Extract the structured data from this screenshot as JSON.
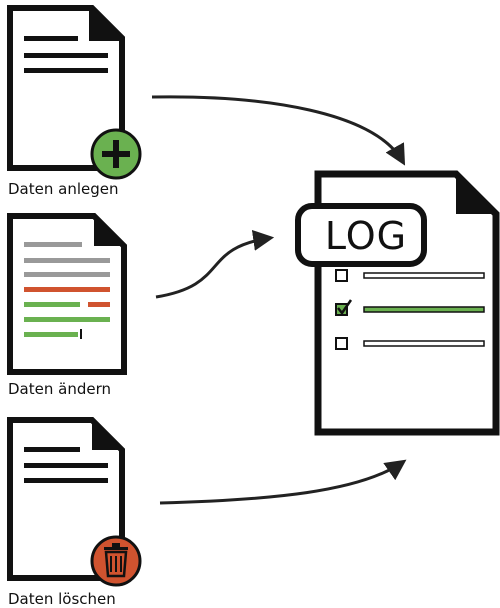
{
  "labels": {
    "create": "Daten anlegen",
    "edit": "Daten ändern",
    "delete": "Daten löschen",
    "log": "LOG"
  },
  "icons": {
    "create_badge": "plus-icon",
    "delete_badge": "trash-icon",
    "checked_box": "checkmark-icon"
  },
  "colors": {
    "ink": "#111111",
    "green": "#6ab150",
    "red": "#d0532f",
    "gray": "#999999"
  }
}
